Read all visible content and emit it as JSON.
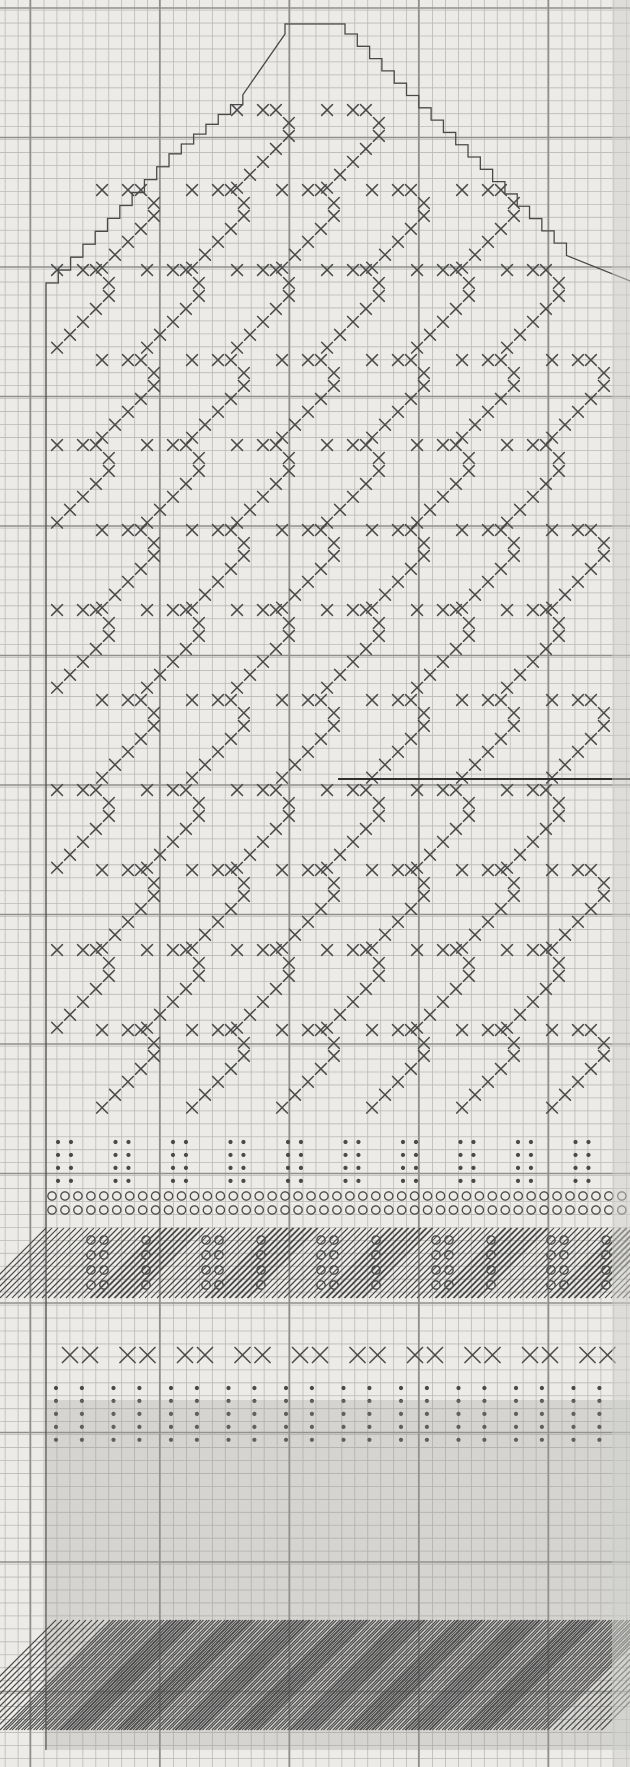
{
  "photo": {
    "description_label": "",
    "colors": {
      "paper": "#ecebe8",
      "grid_minor": "#b9b9b6",
      "grid_major": "#8f8f8c",
      "pencil": "#4a4a4a",
      "pencil_light": "#6a6a6a",
      "shading": "#9a9a97"
    },
    "icons": [
      "x-stitch-symbol",
      "dot-symbol",
      "circle-symbol",
      "diagonal-hatch-symbol",
      "shaded-fill-symbol"
    ]
  }
}
